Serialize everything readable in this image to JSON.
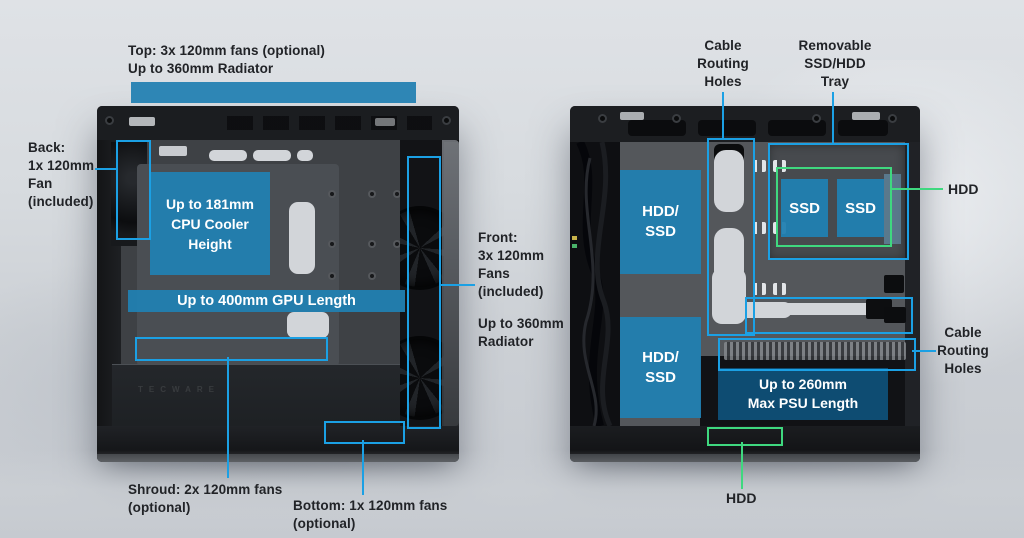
{
  "colors": {
    "annotation_blue_fill": "#217FB1",
    "annotation_blue_outline": "#1BA0E4",
    "annotation_green": "#3FD87F",
    "psu_box_blue": "#0E4C72",
    "top_bar_blue": "#2E86B5",
    "label_text": "#212327"
  },
  "left_case": {
    "top_label": [
      "Top: 3x 120mm fans (optional)",
      "Up to 360mm Radiator"
    ],
    "back_label": [
      "Back:",
      "1x 120mm",
      "Fan",
      "(included)"
    ],
    "cpu_cooler_box": [
      "Up to 181mm",
      "CPU Cooler",
      "Height"
    ],
    "gpu_bar": "Up to 400mm GPU Length",
    "front_label": [
      "Front:",
      "3x 120mm",
      "Fans",
      "(included)"
    ],
    "front_radiator_label": [
      "Up to 360mm",
      "Radiator"
    ],
    "shroud_label": [
      "Shroud: 2x 120mm fans",
      "(optional)"
    ],
    "bottom_label": [
      "Bottom: 1x 120mm fans",
      "(optional)"
    ],
    "brand": "TECWARE"
  },
  "right_case": {
    "cable_routing_top_label": [
      "Cable",
      "Routing",
      "Holes"
    ],
    "removable_tray_label": [
      "Removable",
      "SSD/HDD",
      "Tray"
    ],
    "hdd_ssd_upper": [
      "HDD/",
      "SSD"
    ],
    "hdd_ssd_lower": [
      "HDD/",
      "SSD"
    ],
    "ssd_left": "SSD",
    "ssd_right": "SSD",
    "hdd_tray_label": "HDD",
    "cable_routing_right_label": [
      "Cable",
      "Routing",
      "Holes"
    ],
    "psu_box": [
      "Up to 260mm",
      "Max PSU Length"
    ],
    "hdd_bottom_label": "HDD"
  }
}
